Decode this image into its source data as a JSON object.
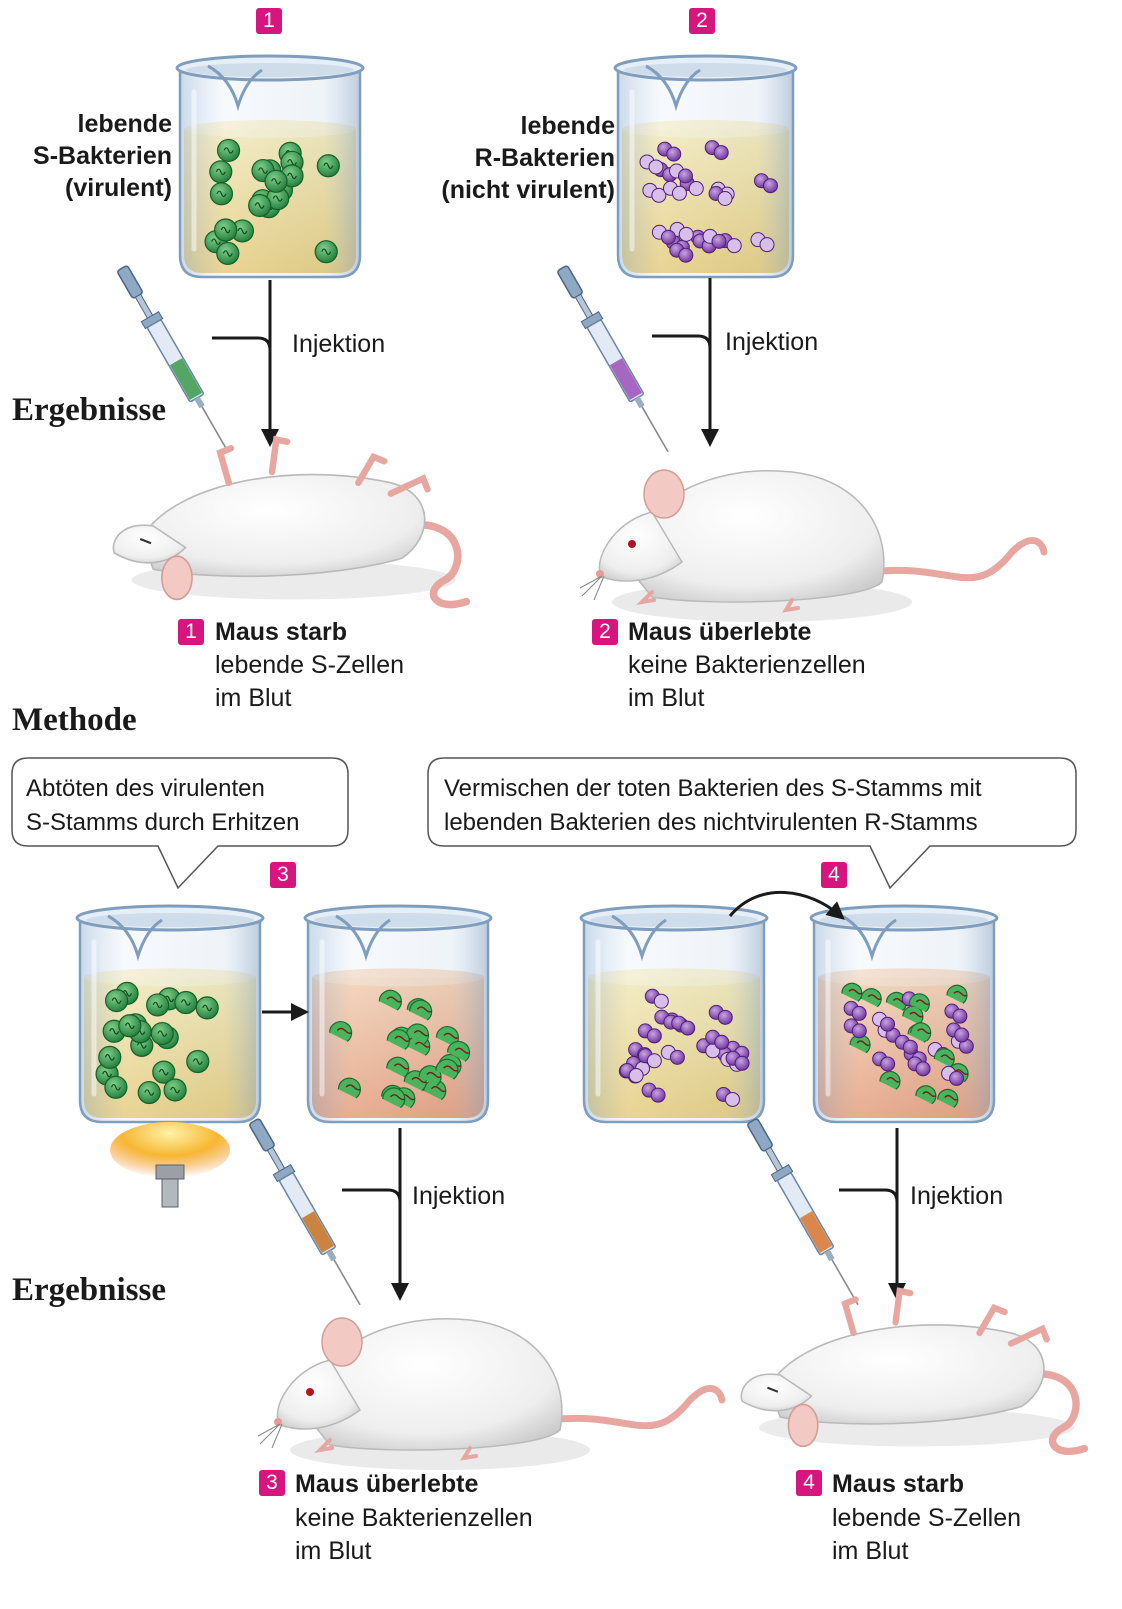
{
  "steps": [
    {
      "number": "1",
      "beaker_label": [
        "lebende",
        "S-Bakterien",
        "(virulent)"
      ],
      "injection_label": "Injektion",
      "result_title": "Maus starb",
      "result_lines": [
        "lebende S-Zellen",
        "im Blut"
      ]
    },
    {
      "number": "2",
      "beaker_label": [
        "lebende",
        "R-Bakterien",
        "(nicht virulent)"
      ],
      "injection_label": "Injektion",
      "result_title": "Maus überlebte",
      "result_lines": [
        "keine Bakterienzellen",
        "im Blut"
      ]
    },
    {
      "number": "3",
      "injection_label": "Injektion",
      "result_title": "Maus überlebte",
      "result_lines": [
        "keine Bakterienzellen",
        "im Blut"
      ]
    },
    {
      "number": "4",
      "injection_label": "Injektion",
      "result_title": "Maus starb",
      "result_lines": [
        "lebende S-Zellen",
        "im Blut"
      ]
    }
  ],
  "headings": {
    "results_top": "Ergebnisse",
    "method": "Methode",
    "results_bottom": "Ergebnisse"
  },
  "callouts": {
    "heat_kill": [
      "Abtöten des virulenten",
      "S-Stamms durch Erhitzen"
    ],
    "mixing": [
      "Vermischen der toten Bakterien des S-Stamms mit",
      "lebenden Bakterien des nichtvirulenten R-Stamms"
    ]
  },
  "colors": {
    "badge": "#d6157f",
    "s_bacteria": "#2f9a4a",
    "r_bacteria": "#8a4bb5",
    "liquid_yellow": "#f3e08a",
    "liquid_orange": "#f1a77a"
  }
}
